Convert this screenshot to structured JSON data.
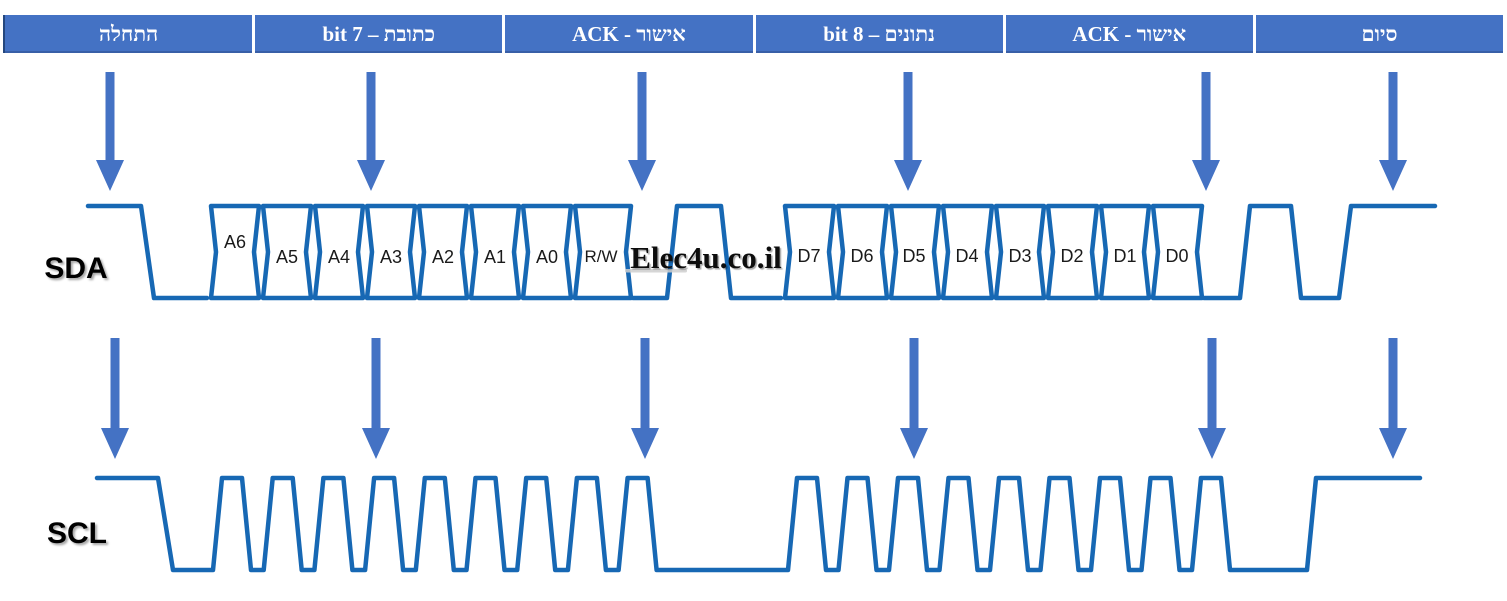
{
  "header": {
    "segments": [
      {
        "label": "התחלה"
      },
      {
        "label": "כתובת – 7 bit"
      },
      {
        "label": "אישור - ACK"
      },
      {
        "label": "נתונים – 8 bit"
      },
      {
        "label": "אישור - ACK"
      },
      {
        "label": "סיום"
      }
    ]
  },
  "signals": {
    "sda": {
      "label": "SDA",
      "address_bits": [
        "A6",
        "A5",
        "A4",
        "A3",
        "A2",
        "A1",
        "A0",
        "R/W"
      ],
      "data_bits": [
        "D7",
        "D6",
        "D5",
        "D4",
        "D3",
        "D2",
        "D1",
        "D0"
      ]
    },
    "scl": {
      "label": "SCL"
    }
  },
  "watermark": "Elec4u.co.il",
  "colors": {
    "header_bar": "#4472C4",
    "arrow": "#4472C4",
    "waveform": "#1768B4"
  }
}
